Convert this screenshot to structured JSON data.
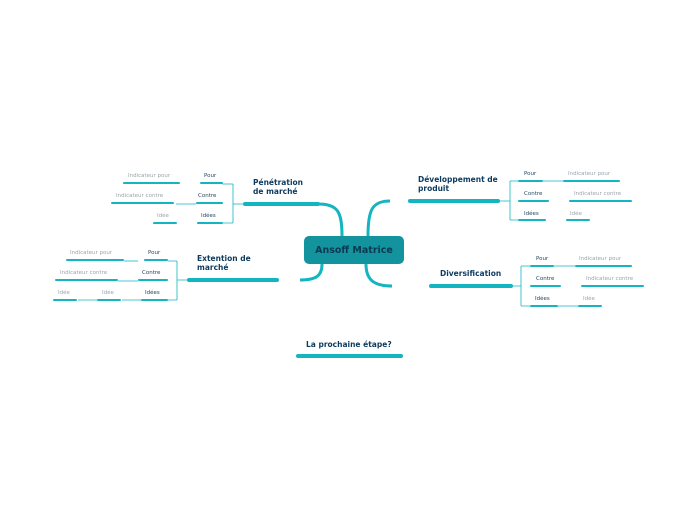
{
  "root": {
    "label": "Ansoff Matrice"
  },
  "colors": {
    "line": "#13b5c0",
    "root_bg": "#12939e",
    "main_text": "#0d3b5e",
    "leaf_text": "#9aa4ab"
  },
  "branches": {
    "penetration": {
      "label": "Pénétration de marché",
      "rows": [
        {
          "sub": "Pour",
          "leaf": "Indicateur pour"
        },
        {
          "sub": "Contre",
          "leaf": "Indicateur contre"
        },
        {
          "sub": "Idées",
          "leaf": "Idée"
        }
      ]
    },
    "extension": {
      "label": "Extention de marché",
      "rows": [
        {
          "sub": "Pour",
          "leaf": "Indicateur pour"
        },
        {
          "sub": "Contre",
          "leaf": "Indicateur contre"
        },
        {
          "sub": "Idées",
          "leaf": "Idée",
          "leaf2": "Idée"
        }
      ]
    },
    "developpement": {
      "label": "Développement de produit",
      "rows": [
        {
          "sub": "Pour",
          "leaf": "Indicateur pour"
        },
        {
          "sub": "Contre",
          "leaf": "Indicateur contre"
        },
        {
          "sub": "Idées",
          "leaf": "Idée"
        }
      ]
    },
    "diversification": {
      "label": "Diversification",
      "rows": [
        {
          "sub": "Pour",
          "leaf": "Indicateur pour"
        },
        {
          "sub": "Contre",
          "leaf": "Indicateur contre"
        },
        {
          "sub": "Idées",
          "leaf": "Idée"
        }
      ]
    }
  },
  "floating": {
    "label": "La prochaine étape?"
  }
}
